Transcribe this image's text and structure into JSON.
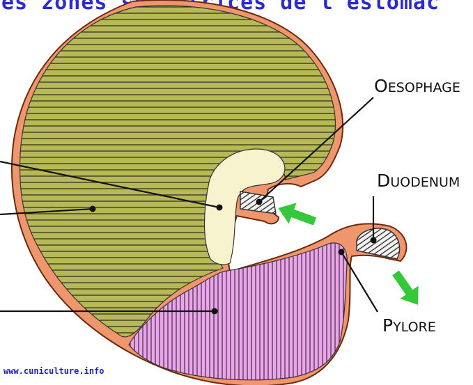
{
  "title": "es zones sécrétrices de l'estomac",
  "labels": {
    "oesophage": "Oesophage",
    "duodenum": "Duodenum",
    "pylore": "Pylore"
  },
  "credit": "www.cuniculture.info",
  "colors": {
    "title": "#2b2bd6",
    "stomach_wall": "#f0966c",
    "fundus_zone": "#b7b85a",
    "cardia_zone": "#f7f3cf",
    "pyloric_zone": "#e7a6e6",
    "arrows": "#35c83a"
  }
}
